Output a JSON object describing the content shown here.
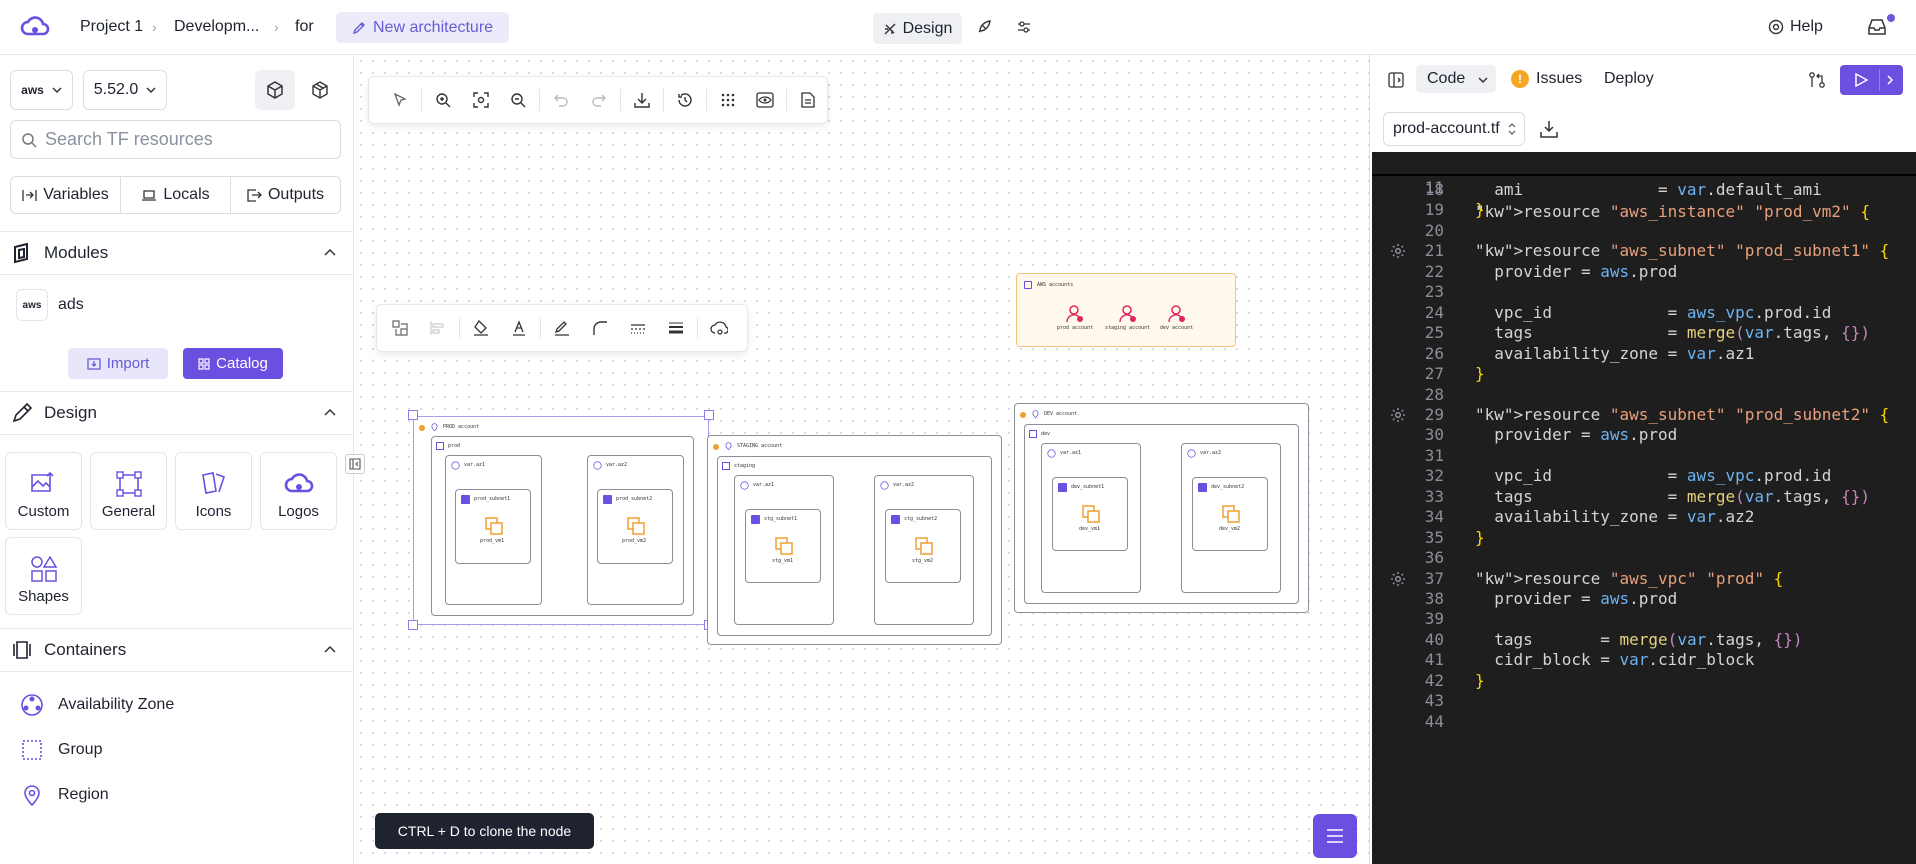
{
  "topbar": {
    "breadcrumbs": [
      "Project 1",
      "Developm...",
      "for"
    ],
    "architecture_label": "New architecture",
    "design_label": "Design",
    "help_label": "Help"
  },
  "sidebar": {
    "provider": "aws",
    "version": "5.52.0",
    "search_placeholder": "Search TF resources",
    "tabs": [
      "Variables",
      "Locals",
      "Outputs"
    ],
    "modules_title": "Modules",
    "module_item": "ads",
    "import_label": "Import",
    "catalog_label": "Catalog",
    "design_title": "Design",
    "design_tiles": [
      "Custom",
      "General",
      "Icons",
      "Logos",
      "Shapes"
    ],
    "containers_title": "Containers",
    "containers": [
      "Availability Zone",
      "Group",
      "Region"
    ]
  },
  "canvas": {
    "hint": "CTRL + D to clone the node",
    "diagram": {
      "aws_accounts": {
        "title": "AWS accounts",
        "items": [
          "prod account",
          "staging account",
          "dev account"
        ]
      },
      "prod": {
        "title": "PROD account",
        "group": "prod",
        "az1": "var.az1",
        "az2": "var.az2",
        "subnet1": "prod_subnet1",
        "subnet2": "prod_subnet2",
        "vm1": "prod_vm1",
        "vm2": "prod_vm2"
      },
      "staging": {
        "title": "STAGING account",
        "group": "staging",
        "az1": "var.az1",
        "az2": "var.az2",
        "subnet1": "stg_subnet1",
        "subnet2": "stg_subnet2",
        "vm1": "stg_vm1",
        "vm2": "stg_vm2"
      },
      "dev": {
        "title": "DEV account",
        "group": "dev",
        "az1": "var.az1",
        "az2": "var.az2",
        "subnet1": "dev_subnet1",
        "subnet2": "dev_subnet2",
        "vm1": "dev_vm1",
        "vm2": "dev_vm2"
      }
    }
  },
  "code_panel": {
    "code_label": "Code",
    "issues_label": "Issues",
    "deploy_label": "Deploy",
    "file": "prod-account.tf",
    "sticky": {
      "num": "11",
      "text": "resource \"aws_instance\" \"prod_vm2\" {"
    },
    "lines": [
      {
        "num": "18",
        "text": "  ami              = var.default_ami",
        "gear": false
      },
      {
        "num": "19",
        "text": "}",
        "gear": false
      },
      {
        "num": "20",
        "text": "",
        "gear": false
      },
      {
        "num": "21",
        "text": "resource \"aws_subnet\" \"prod_subnet1\" {",
        "gear": true
      },
      {
        "num": "22",
        "text": "  provider = aws.prod",
        "gear": false
      },
      {
        "num": "23",
        "text": "",
        "gear": false
      },
      {
        "num": "24",
        "text": "  vpc_id            = aws_vpc.prod.id",
        "gear": false
      },
      {
        "num": "25",
        "text": "  tags              = merge(var.tags, {})",
        "gear": false
      },
      {
        "num": "26",
        "text": "  availability_zone = var.az1",
        "gear": false
      },
      {
        "num": "27",
        "text": "}",
        "gear": false
      },
      {
        "num": "28",
        "text": "",
        "gear": false
      },
      {
        "num": "29",
        "text": "resource \"aws_subnet\" \"prod_subnet2\" {",
        "gear": true
      },
      {
        "num": "30",
        "text": "  provider = aws.prod",
        "gear": false
      },
      {
        "num": "31",
        "text": "",
        "gear": false
      },
      {
        "num": "32",
        "text": "  vpc_id            = aws_vpc.prod.id",
        "gear": false
      },
      {
        "num": "33",
        "text": "  tags              = merge(var.tags, {})",
        "gear": false
      },
      {
        "num": "34",
        "text": "  availability_zone = var.az2",
        "gear": false
      },
      {
        "num": "35",
        "text": "}",
        "gear": false
      },
      {
        "num": "36",
        "text": "",
        "gear": false
      },
      {
        "num": "37",
        "text": "resource \"aws_vpc\" \"prod\" {",
        "gear": true
      },
      {
        "num": "38",
        "text": "  provider = aws.prod",
        "gear": false
      },
      {
        "num": "39",
        "text": "",
        "gear": false
      },
      {
        "num": "40",
        "text": "  tags       = merge(var.tags, {})",
        "gear": false
      },
      {
        "num": "41",
        "text": "  cidr_block = var.cidr_block",
        "gear": false
      },
      {
        "num": "42",
        "text": "}",
        "gear": false
      },
      {
        "num": "43",
        "text": "",
        "gear": false
      },
      {
        "num": "44",
        "text": "",
        "gear": false
      }
    ]
  },
  "colors": {
    "accent": "#6a4fe0",
    "editor_bg": "#1e1e1e",
    "orange": "#f0a030"
  }
}
